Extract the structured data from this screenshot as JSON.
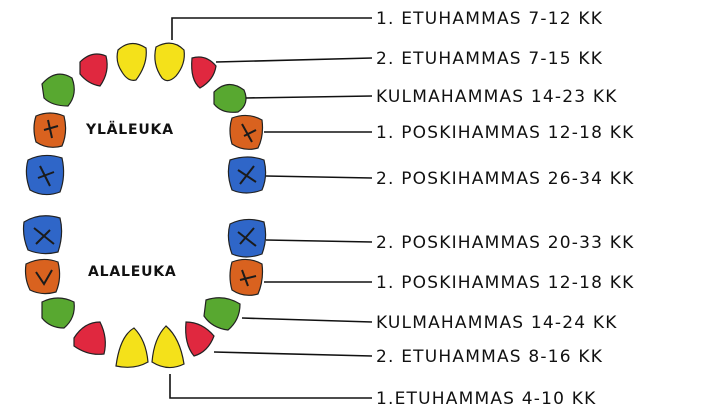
{
  "jaws": {
    "upper": "YLÄLEUKA",
    "lower": "ALALEUKA"
  },
  "colors": {
    "incisor_central": "#f4e11a",
    "incisor_lateral": "#e0283f",
    "canine": "#58a830",
    "molar_first": "#d9621f",
    "molar_second": "#2f66c8"
  },
  "upper_labels": [
    "1. ETUHAMMAS 7-12 KK",
    "2. ETUHAMMAS 7-15 KK",
    "KULMAHAMMAS 14-23 KK",
    "1. POSKIHAMMAS 12-18 KK",
    "2. POSKIHAMMAS 26-34 KK"
  ],
  "lower_labels": [
    "2. POSKIHAMMAS 20-33 KK",
    "1. POSKIHAMMAS 12-18 KK",
    "KULMAHAMMAS 14-24 KK",
    "2. ETUHAMMAS 8-16 KK",
    "1.ETUHAMMAS 4-10 KK"
  ]
}
